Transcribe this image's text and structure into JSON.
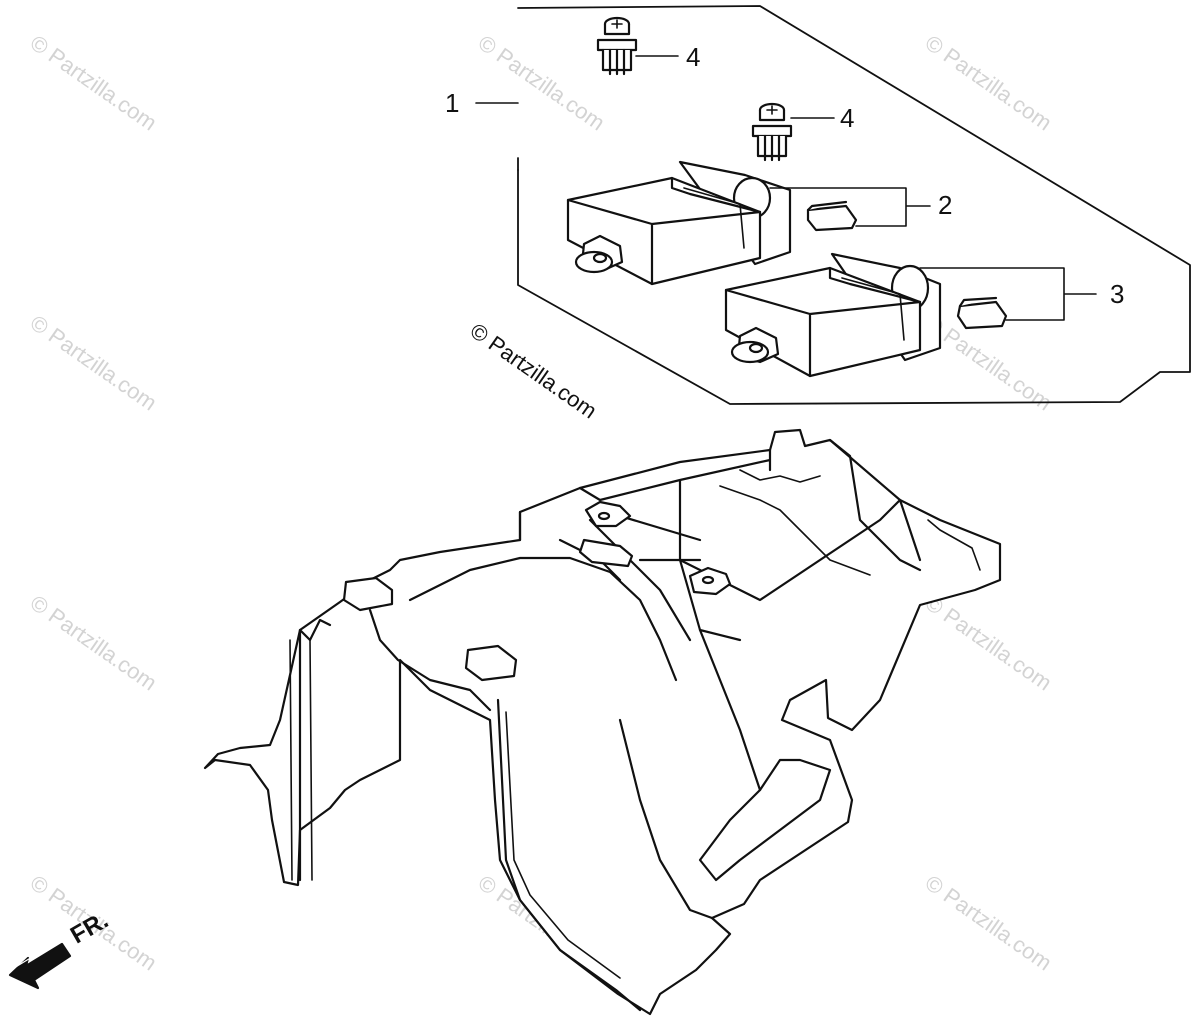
{
  "diagram": {
    "callouts": [
      {
        "id": "1",
        "label": "1"
      },
      {
        "id": "2",
        "label": "2"
      },
      {
        "id": "3",
        "label": "3"
      },
      {
        "id": "4a",
        "label": "4"
      },
      {
        "id": "4b",
        "label": "4"
      }
    ],
    "copyright": "© Partzilla.com",
    "watermark": "© Partzilla.com",
    "front_label": "FR."
  }
}
